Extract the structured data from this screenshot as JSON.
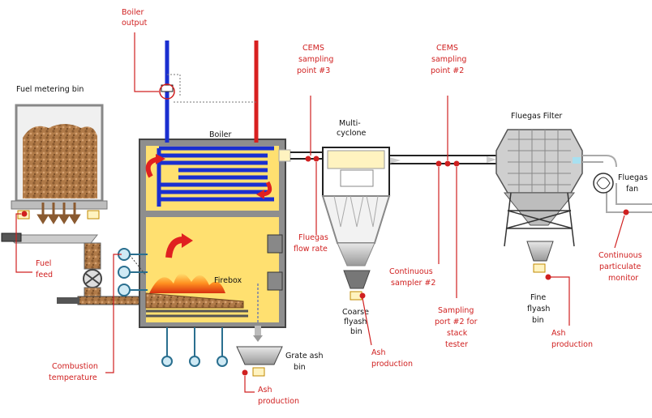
{
  "labels": {
    "boiler_output": [
      "Boiler",
      "output"
    ],
    "cems3": [
      "CEMS",
      "sampling",
      "point #3"
    ],
    "cems2": [
      "CEMS",
      "sampling",
      "point #2"
    ],
    "fuel_metering_bin": "Fuel metering bin",
    "boiler": "Boiler",
    "multicyclone": [
      "Multi-",
      "cyclone"
    ],
    "fluegas_filter": "Fluegas Filter",
    "fluegas_fan": [
      "Fluegas",
      "fan"
    ],
    "fuel_feed": [
      "Fuel",
      "feed"
    ],
    "fluegas_flow_rate": [
      "Fluegas",
      "flow rate"
    ],
    "continuous_sampler": [
      "Continuous",
      "sampler #2"
    ],
    "continuous_particulate_monitor": [
      "Continuous",
      "particulate",
      "monitor"
    ],
    "firebox": "Firebox",
    "coarse_flyash_bin": [
      "Coarse",
      "flyash",
      "bin"
    ],
    "sampling_port": [
      "Sampling",
      "port #2 for",
      "stack",
      "tester"
    ],
    "fine_flyash_bin": [
      "Fine",
      "flyash",
      "bin"
    ],
    "combustion_temperature": [
      "Combustion",
      "temperature"
    ],
    "grate_ash_bin": [
      "Grate ash",
      "bin"
    ],
    "ash_production_grate": [
      "Ash",
      "production"
    ],
    "ash_production_coarse": [
      "Ash",
      "production"
    ],
    "ash_production_fine": [
      "Ash",
      "production"
    ]
  },
  "colors": {
    "annotation": "#d02020",
    "water_cold": "#1a2fd0",
    "water_hot": "#d82020",
    "furnace_fill": "#ffe070",
    "casing": "#9a9a9a",
    "wood_chips": "#b07a48",
    "duct": "#222222"
  }
}
